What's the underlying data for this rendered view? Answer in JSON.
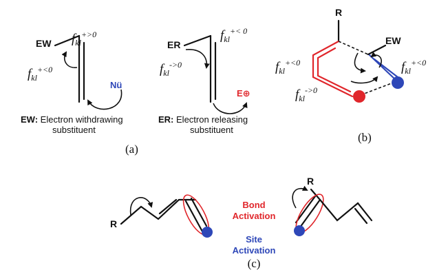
{
  "panel_a": {
    "left": {
      "group": "EW",
      "f_top": "+>0",
      "f_left": "+<0",
      "nucleophile": "Nü"
    },
    "right": {
      "group": "ER",
      "f_top": "+< 0",
      "f_left": "->0",
      "electrophile": "E⊕"
    },
    "caption_ew_bold": "EW:",
    "caption_ew_text_1": "Electron withdrawing",
    "caption_ew_text_2": "substituent",
    "caption_er_bold": "ER:",
    "caption_er_text_1": "Electron releasing",
    "caption_er_text_2": "substituent",
    "label": "(a)"
  },
  "panel_b": {
    "r_label": "R",
    "ew_label": "EW",
    "f_left_top": "+<0",
    "f_left_bottom": "->0",
    "f_right": "+<0",
    "label": "(b)"
  },
  "panel_c": {
    "r_left": "R",
    "r_right": "R",
    "bond_activation_1": "Bond",
    "bond_activation_2": "Activation",
    "site_activation_1": "Site",
    "site_activation_2": "Activation",
    "label": "(c)"
  },
  "colors": {
    "red": "#e0262b",
    "blue": "#2e47b8",
    "black": "#111111"
  }
}
